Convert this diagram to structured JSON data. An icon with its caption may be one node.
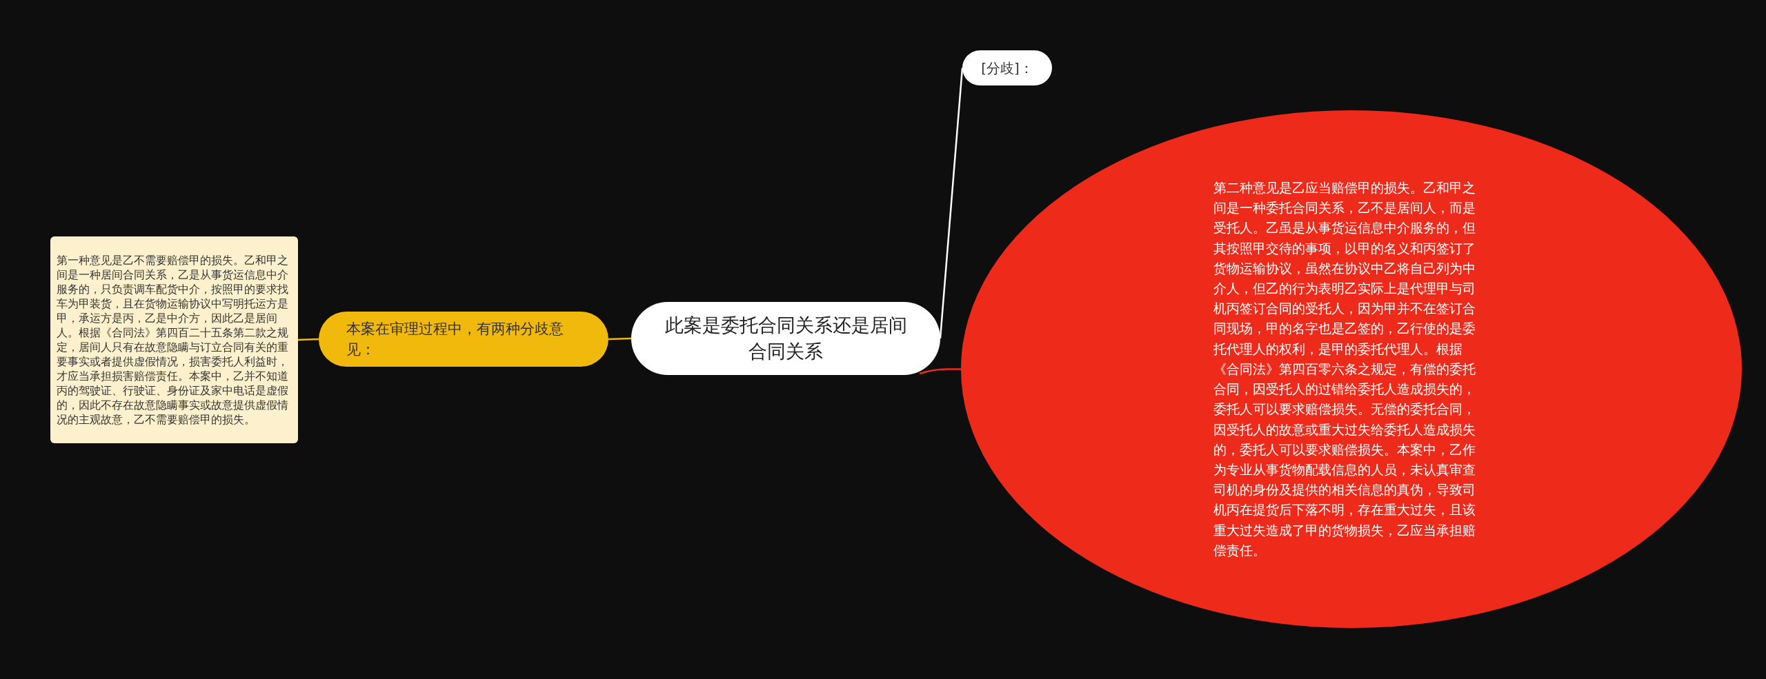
{
  "diagram": {
    "nodes": [
      {
        "text": [
          "此案是委托合同关系还是居间合同关系"
        ]
      },
      {
        "text": [
          "[分歧]："
        ]
      },
      {
        "text": [
          "本案在审理过程中，有两种分歧意见："
        ]
      },
      {
        "text": [
          "第一种意见是乙不需要赔偿甲的损失。乙和甲之间是一种居间合同关系，乙是从事货运信息中介服务的，只负责调车配货中介，按照甲的要求找车为甲装货，且在货物运输协议中写明托运方是甲，承运方是丙，乙是中介方，因此乙是居间人。根据《合同法》第四百二十五条第二款之规定，居间人只有在故意隐瞒与订立合同有关的重要事实或者提供虚假情况，损害委托人利益时，才应当承担损害赔偿责任。本案中，乙并不知道丙的驾驶证、行驶证、身份证及家中电话是虚假的，因此不存在故意隐瞒事实或故意提供虚假情况的主观故意，乙不需要赔偿甲的损失。"
        ]
      },
      {
        "text": [
          "第二种意见是乙应当赔偿甲的损失。乙和甲之间是一种委托合同关系，乙不是居间人，而是受托人。乙虽是从事货运信息中介服务的，但其按照甲交待的事项，以甲的名义和丙签订了货物运输协议，虽然在协议中乙将自己列为中介人，但乙的行为表明乙实际上是代理甲与司机丙签订合同的受托人，因为甲并不在签订合同现场，甲的名字也是乙签的，乙行使的是委托代理人的权利，是甲的委托代理人。根据《合同法》第四百零六条之规定，有偿的委托合同，因受托人的过错给委托人造成损失的，委托人可以要求赔偿损失。无偿的委托合同，因受托人的故意或重大过失给委托人造成损失的，委托人可以要求赔偿损失。本案中，乙作为专业从事货物配载信息的人员，未认真审查司机的身份及提供的相关信息的真伪，导致司机丙在提货后下落不明，存在重大过失，且该重大过失造成了甲的货物损失，乙应当承担赔偿责任。"
        ]
      }
    ],
    "edges": [
      {
        "from": 0,
        "to": 1,
        "arrow": "none",
        "color": "#ffffff"
      },
      {
        "from": 0,
        "to": 2,
        "arrow": "none",
        "color": "#f0b90b"
      },
      {
        "from": 2,
        "to": 3,
        "arrow": "none",
        "color": "#f0b90b"
      },
      {
        "from": 0,
        "to": 4,
        "arrow": "none",
        "color": "#ee2a1b"
      }
    ]
  }
}
